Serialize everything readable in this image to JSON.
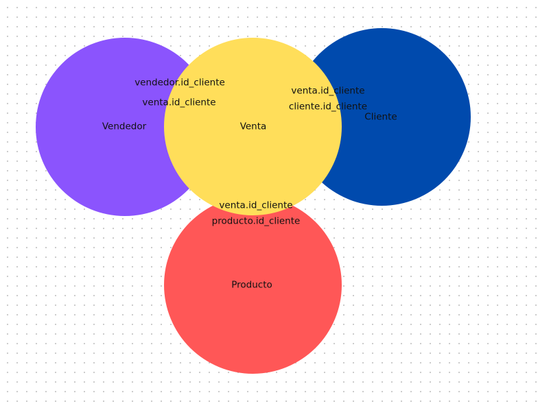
{
  "diagram": {
    "nodes": {
      "vendedor": {
        "label": "Vendedor",
        "color": "#8b54fd"
      },
      "cliente": {
        "label": "Cliente",
        "color": "#004aad"
      },
      "producto": {
        "label": "Producto",
        "color": "#ff5757"
      },
      "venta": {
        "label": "Venta",
        "color": "#ffde5a"
      }
    },
    "relations": {
      "vendedor_venta": {
        "a": "vendedor.id_cliente",
        "b": "venta.id_cliente"
      },
      "venta_cliente": {
        "a": "venta.id_cliente",
        "b": "cliente.id_cliente"
      },
      "venta_producto": {
        "a": "venta.id_cliente",
        "b": "producto.id_cliente"
      }
    }
  }
}
